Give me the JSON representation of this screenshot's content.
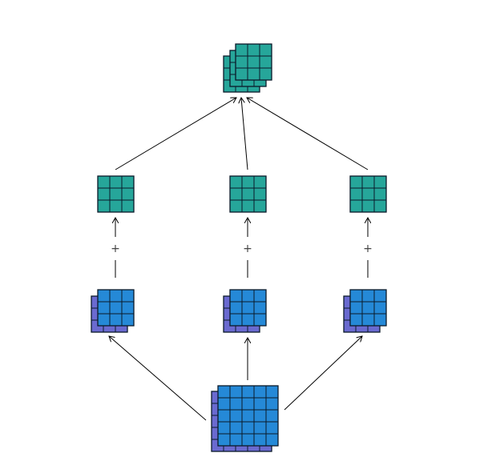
{
  "diagram": {
    "operator_symbol": "+",
    "colors": {
      "output": "#26a69a",
      "feature": "#2589d7",
      "input_back": "#6a6ad0",
      "grid_line": "#0a1a2a",
      "arrow": "#000000"
    },
    "input_tensor": {
      "rows": 5,
      "cols": 5,
      "layers": 2
    },
    "branches": [
      {
        "name": "left",
        "feature_grid": 3,
        "output_grid": 3,
        "operator": "+"
      },
      {
        "name": "center",
        "feature_grid": 3,
        "output_grid": 3,
        "operator": "+"
      },
      {
        "name": "right",
        "feature_grid": 3,
        "output_grid": 3,
        "operator": "+"
      }
    ],
    "output_tensor": {
      "rows": 3,
      "cols": 3,
      "layers": 3
    }
  }
}
